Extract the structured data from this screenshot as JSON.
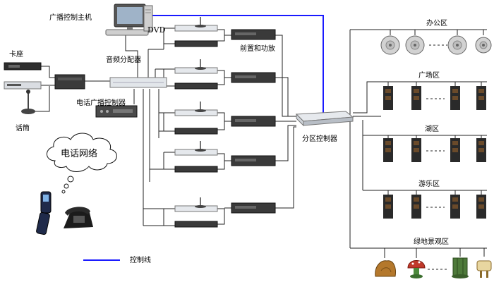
{
  "labels": {
    "host": "广播控制主机",
    "dvd": "DVD",
    "deck": "卡座",
    "audio_splitter": "音频分配器",
    "preamp_amp": "前置和功放",
    "phone_ctrl": "电话广播控制器",
    "mic": "话筒",
    "phone_network": "电话网络",
    "zone_ctrl": "分区控制器",
    "zone_office": "办公区",
    "zone_square": "广场区",
    "zone_lake": "湖区",
    "zone_amusement": "游乐区",
    "zone_green": "绿地景观区",
    "legend_control_line": "控制线"
  },
  "colors": {
    "line": "#222222",
    "control_line": "#1a1aff",
    "device_dark": "#3a3a3a",
    "device_light": "#d9dde3",
    "speaker_box": "#2a2a2a",
    "ceiling_speaker": "#c8c8c8"
  }
}
